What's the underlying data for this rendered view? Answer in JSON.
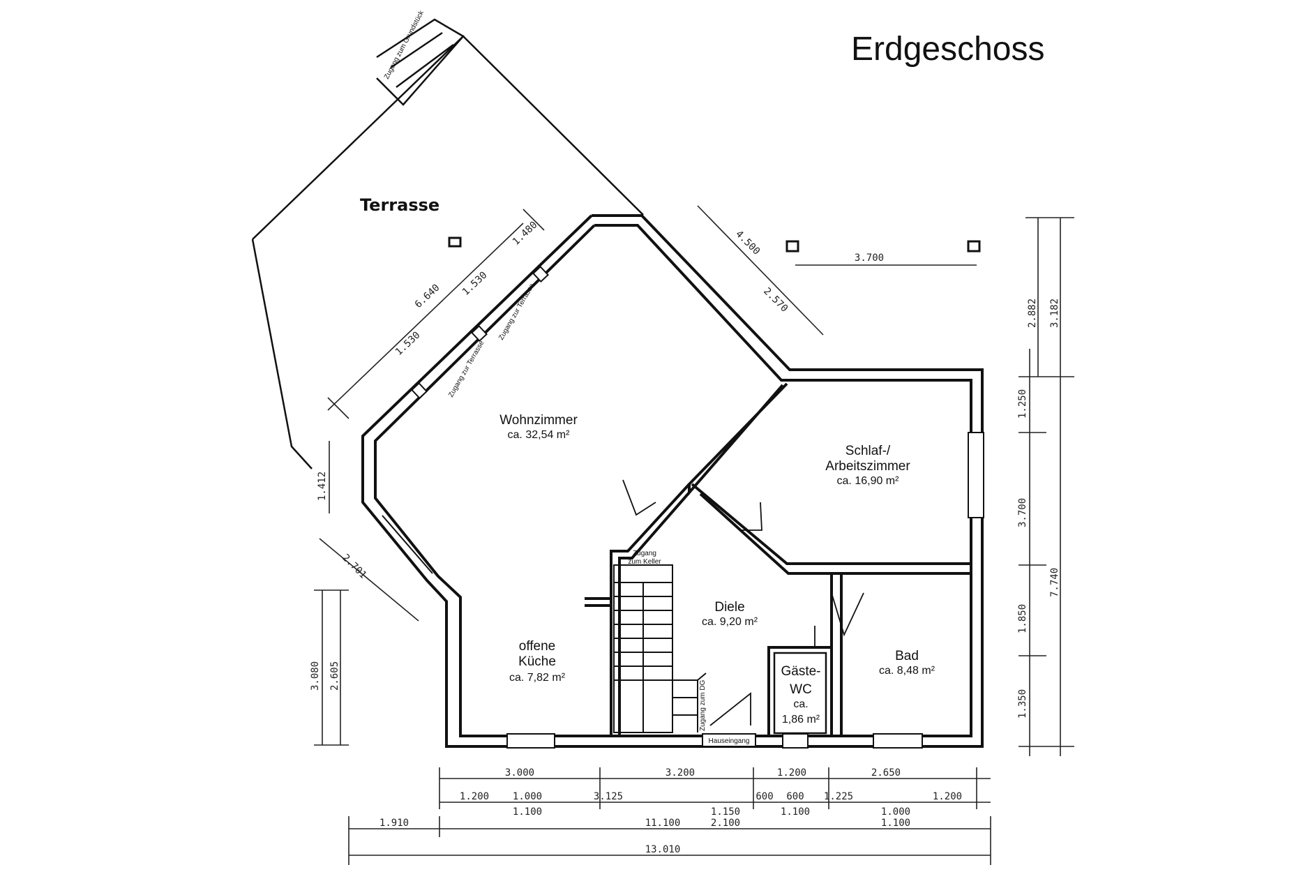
{
  "title": "Erdgeschoss",
  "terrace": "Terrasse",
  "access_labels": {
    "grundstueck": "Zugang zum Grundstück",
    "terrasse_1": "Zugang zur Terrasse",
    "terrasse_2": "Zugang zur Terrasse",
    "keller_1": "Zugang",
    "keller_2": "zum Keller",
    "dg": "Zugang zum DG",
    "hauseingang": "Hauseingang"
  },
  "rooms": {
    "wohnzimmer": {
      "name": "Wohnzimmer",
      "area": "ca. 32,54 m²"
    },
    "schlaf": {
      "name_1": "Schlaf-/",
      "name_2": "Arbeitszimmer",
      "area": "ca. 16,90 m²"
    },
    "diele": {
      "name": "Diele",
      "area": "ca. 9,20 m²"
    },
    "kueche": {
      "name_1": "offene",
      "name_2": "Küche",
      "area": "ca. 7,82 m²"
    },
    "gaeste_wc": {
      "name_1": "Gäste-",
      "name_2": "WC",
      "name_3": "ca.",
      "area": "1,86 m²"
    },
    "bad": {
      "name": "Bad",
      "area": "ca. 8,48 m²"
    }
  },
  "dimensions": {
    "bottom_row1": [
      "3.000",
      "3.200",
      "1.200",
      "2.650"
    ],
    "bottom_row2": [
      "1.200",
      "1.000",
      "3.125",
      "1.150",
      "600",
      "600",
      "1.225",
      "1.000",
      "1.200"
    ],
    "bottom_row2_sub": [
      "1.100",
      "2.100",
      "1.100",
      "1.100"
    ],
    "bottom_row3": [
      "1.910",
      "11.100"
    ],
    "bottom_total": "13.010",
    "right_col1": [
      "1.250",
      "3.700",
      "1.850",
      "1.350"
    ],
    "right_col2": [
      "2.882",
      "3.182",
      "7.740"
    ],
    "top_right": "3.700",
    "diag_top": [
      "4.500",
      "2.570"
    ],
    "left": [
      "1.412",
      "2.701",
      "3.080",
      "2.605"
    ],
    "wall_front": [
      "6.640",
      "1.530",
      "1.530",
      "1.480"
    ]
  }
}
